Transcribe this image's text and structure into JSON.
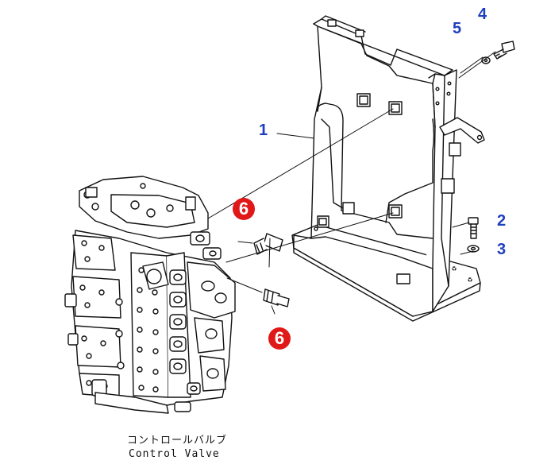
{
  "callouts": {
    "p1": "1",
    "p2": "2",
    "p3": "3",
    "p4": "4",
    "p5": "5",
    "p6_upper": "6",
    "p6_lower": "6"
  },
  "caption": {
    "jp": "コントロールバルブ",
    "en": "Control Valve"
  },
  "colors": {
    "line": "#111111",
    "callout_blue": "#1f3fbf",
    "callout_red": "#e01818"
  }
}
